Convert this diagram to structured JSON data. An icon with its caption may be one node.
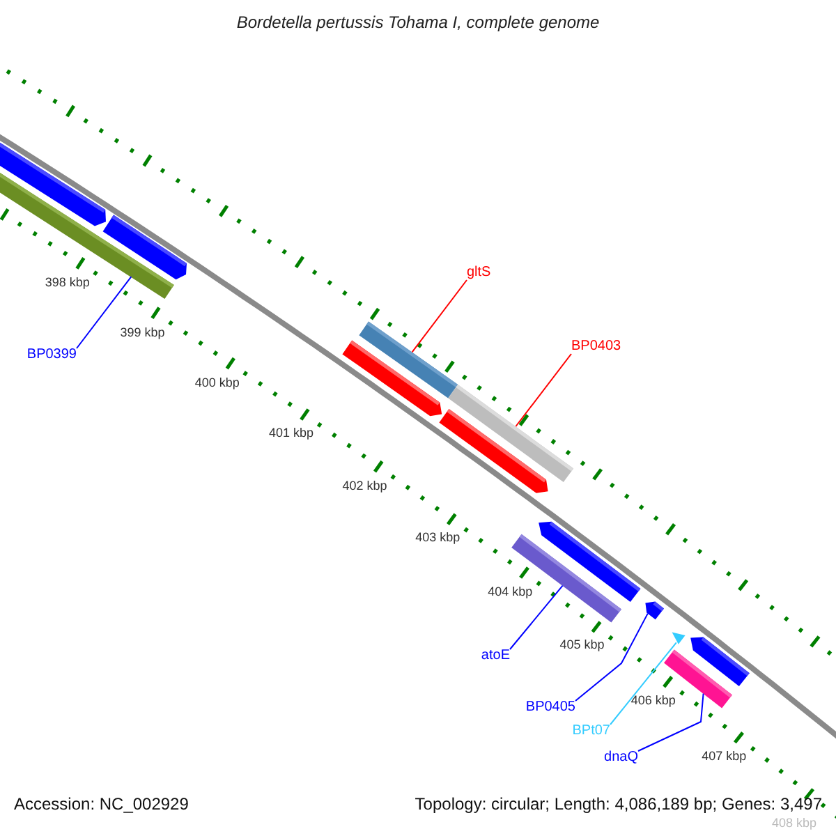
{
  "diagram": {
    "title": "Bordetella pertussis Tohama I, complete genome",
    "nodes": [
      {
        "text": [],
        "shape": "bar"
      },
      {
        "text": [
          "BP0399"
        ]
      },
      {
        "text": [
          "gltS"
        ]
      },
      {
        "text": [],
        "shape": "bar"
      },
      {
        "text": [
          "BP0403"
        ]
      },
      {
        "text": [],
        "shape": "bar"
      },
      {
        "text": [],
        "shape": "bar"
      },
      {
        "text": [
          "atoE"
        ]
      },
      {
        "text": [],
        "shape": "pentagon"
      },
      {
        "text": [
          "BP0405"
        ]
      },
      {
        "text": [],
        "shape": "triangle"
      },
      {
        "text": [
          "BPt07"
        ]
      },
      {
        "text": [],
        "shape": "bar"
      },
      {
        "text": [
          "dnaQ"
        ]
      }
    ],
    "edges": [
      {
        "from": 1,
        "to": 0,
        "arrow": "none"
      },
      {
        "from": 2,
        "to": 3,
        "arrow": "none",
        "color": "#ff0000"
      },
      {
        "from": 4,
        "to": 5,
        "arrow": "none",
        "color": "#ff0000"
      },
      {
        "from": 7,
        "to": 6,
        "arrow": "none"
      },
      {
        "from": 9,
        "to": 8,
        "arrow": "none"
      },
      {
        "from": 11,
        "to": 10,
        "arrow": "none",
        "color": "#33ccff"
      },
      {
        "from": 13,
        "to": 12,
        "arrow": "none"
      }
    ],
    "labels": [
      "398 kbp",
      "399 kbp",
      "400 kbp",
      "401 kbp",
      "402 kbp",
      "403 kbp",
      "404 kbp",
      "405 kbp",
      "406 kbp",
      "407 kbp",
      "408 kbp",
      "Accession: NC_002929",
      "Topology: circular; Length: 4,086,189 bp; Genes: 3,497"
    ]
  }
}
